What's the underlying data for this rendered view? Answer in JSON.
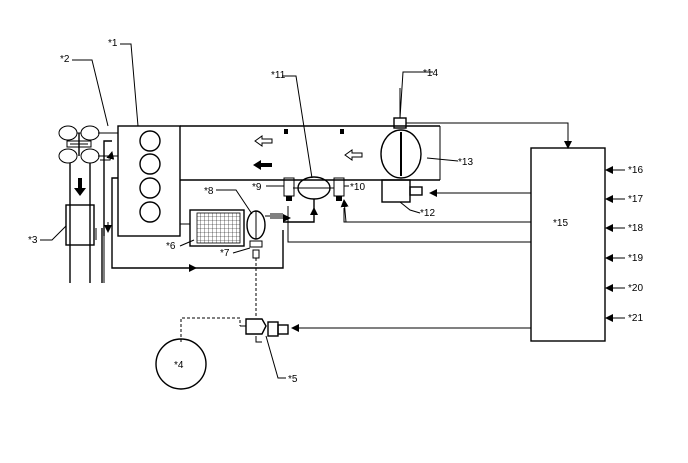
{
  "callouts": {
    "c1": "*1",
    "c2": "*2",
    "c3": "*3",
    "c4": "*4",
    "c5": "*5",
    "c6": "*6",
    "c7": "*7",
    "c8": "*8",
    "c9": "*9",
    "c10": "*10",
    "c11": "*11",
    "c12": "*12",
    "c13": "*13",
    "c14": "*14",
    "c15": "*15",
    "c16": "*16",
    "c17": "*17",
    "c18": "*18",
    "c19": "*19",
    "c20": "*20",
    "c21": "*21"
  },
  "colors": {
    "line": "#000000",
    "background": "#ffffff"
  }
}
